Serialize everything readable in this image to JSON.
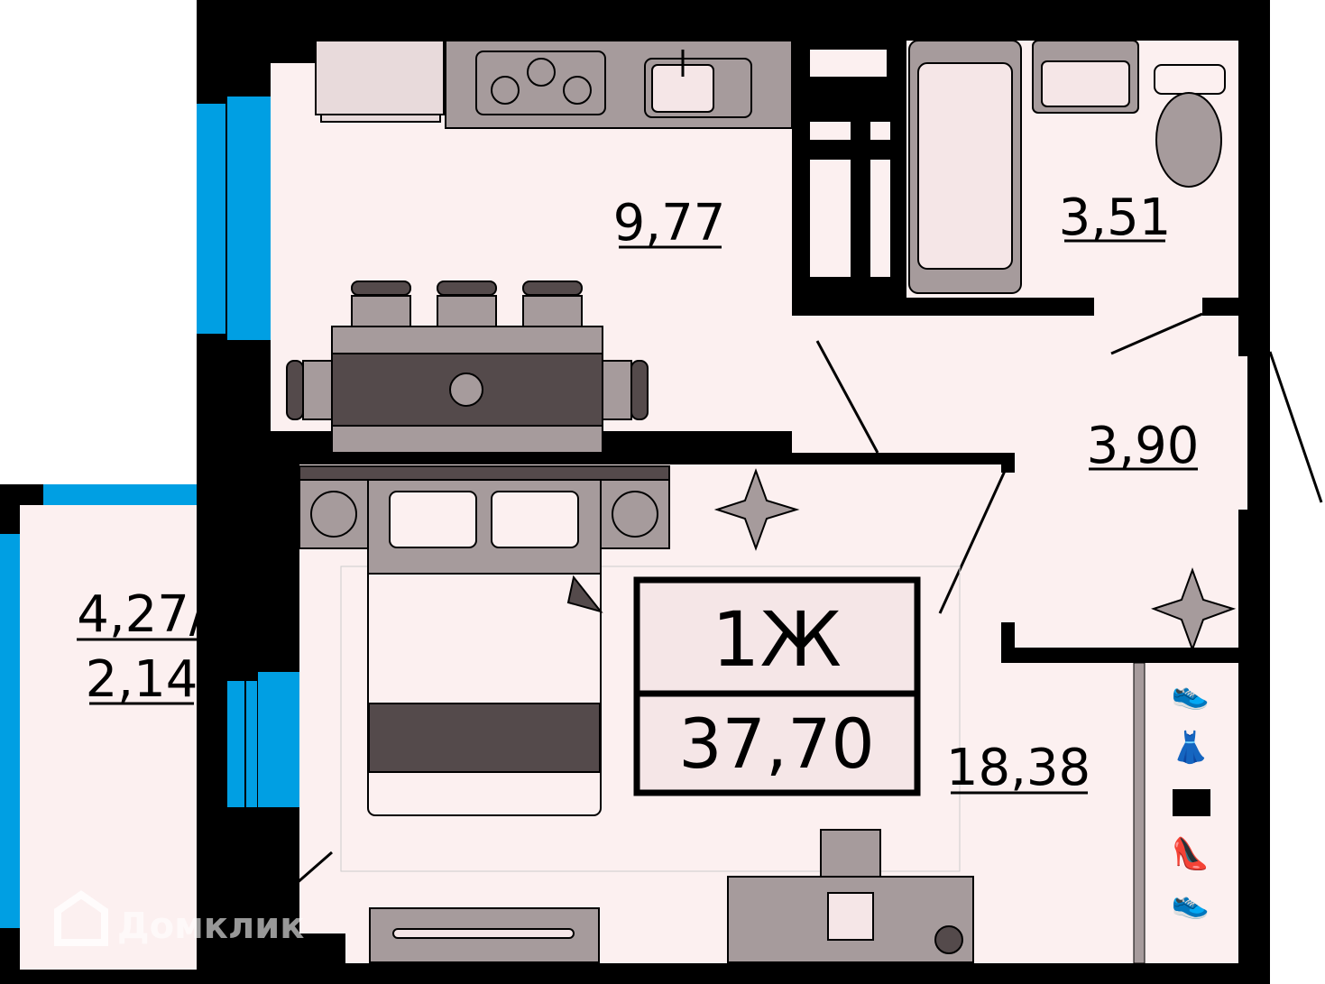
{
  "plan": {
    "type_label": "1Ж",
    "total_area": "37,70",
    "rooms": [
      {
        "name": "kitchen",
        "area": "9,77"
      },
      {
        "name": "bathroom",
        "area": "3,51"
      },
      {
        "name": "hallway",
        "area": "3,90"
      },
      {
        "name": "living-room",
        "area": "18,38"
      },
      {
        "name": "balcony",
        "area_line1": "4,27/",
        "area_line2": "2,14"
      }
    ]
  },
  "watermark": "Домклик",
  "colors": {
    "wall": "#000000",
    "floor": "#fcf0f0",
    "window": "#009fe3",
    "furniture": "#a69b9c",
    "furniture_dark": "#544a4b"
  }
}
